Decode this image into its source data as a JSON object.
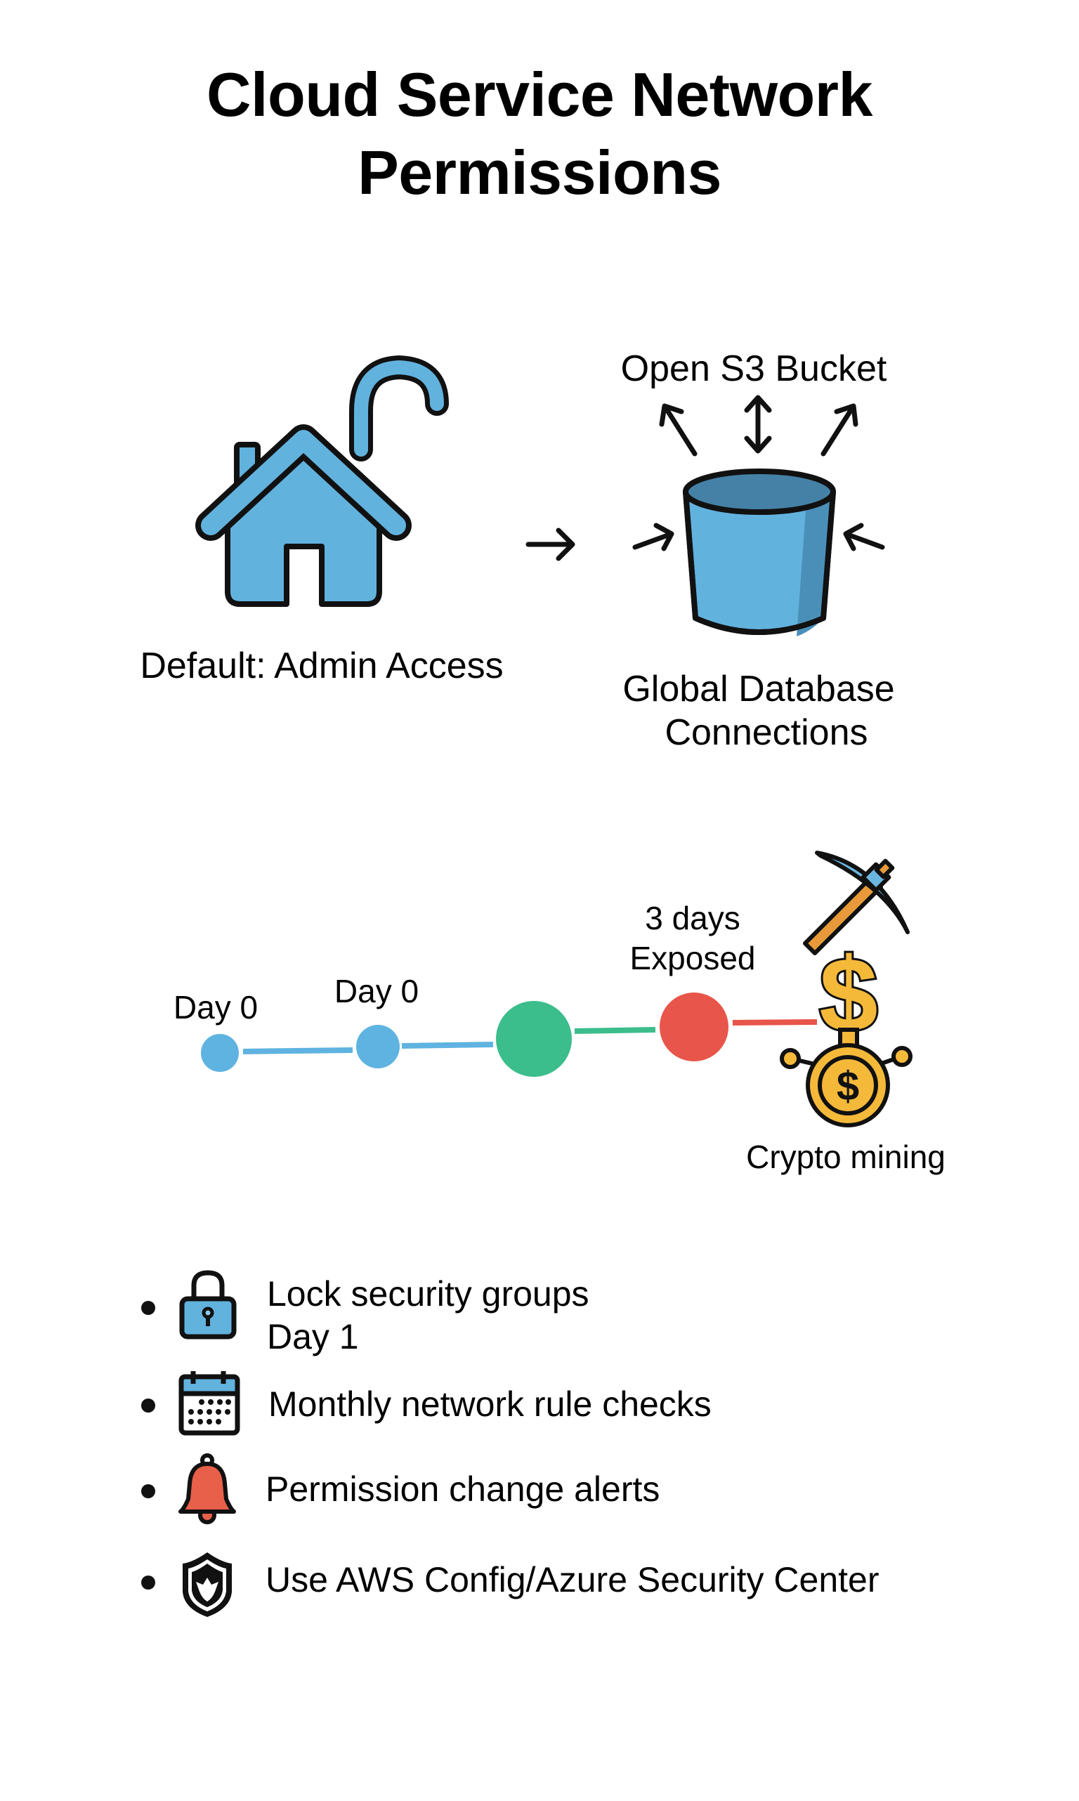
{
  "title": {
    "line1": "Cloud Service Network",
    "line2": "Permissions"
  },
  "top_section": {
    "left": {
      "icon": "house-with-open-lock-icon",
      "label": "Default: Admin Access"
    },
    "connector": "arrow-right-icon",
    "right": {
      "icon": "open-bucket-icon",
      "heading": "Open S3 Bucket",
      "label_line1": "Global Database",
      "label_line2": "Connections",
      "arrows": [
        "outgoing-up-left",
        "bidirectional-vertical",
        "outgoing-up-right",
        "incoming-left",
        "incoming-right"
      ]
    }
  },
  "timeline": {
    "nodes": [
      {
        "label": "Day 0",
        "color": "#5fb3e0"
      },
      {
        "label": "Day 0",
        "color": "#5fb3e0"
      },
      {
        "label": "",
        "color": "#3cbd8c"
      },
      {
        "label": "3 days\nExposed",
        "color": "#e8554a"
      }
    ],
    "label_exposed_line1": "3 days",
    "label_exposed_line2": "Exposed",
    "end": {
      "icon": "crypto-mining-icon",
      "label": "Crypto mining"
    },
    "segment_colors": [
      "#5fb3e0",
      "#5fb3e0",
      "#3cbd8c",
      "#e8554a"
    ]
  },
  "recommendations": [
    {
      "icon": "padlock-icon",
      "line1": "Lock security groups",
      "line2": "Day 1"
    },
    {
      "icon": "calendar-icon",
      "line1": "Monthly network rule checks"
    },
    {
      "icon": "bell-icon",
      "line1": "Permission change alerts"
    },
    {
      "icon": "shield-icon",
      "line1": "Use AWS Config/Azure Security Center"
    }
  ],
  "colors": {
    "blue": "#5fb3e0",
    "blue_dark": "#4787aa",
    "green": "#3cbd8c",
    "red": "#e8554a",
    "gold": "#f5b93a",
    "orange": "#e89a3a",
    "outline": "#111111"
  }
}
